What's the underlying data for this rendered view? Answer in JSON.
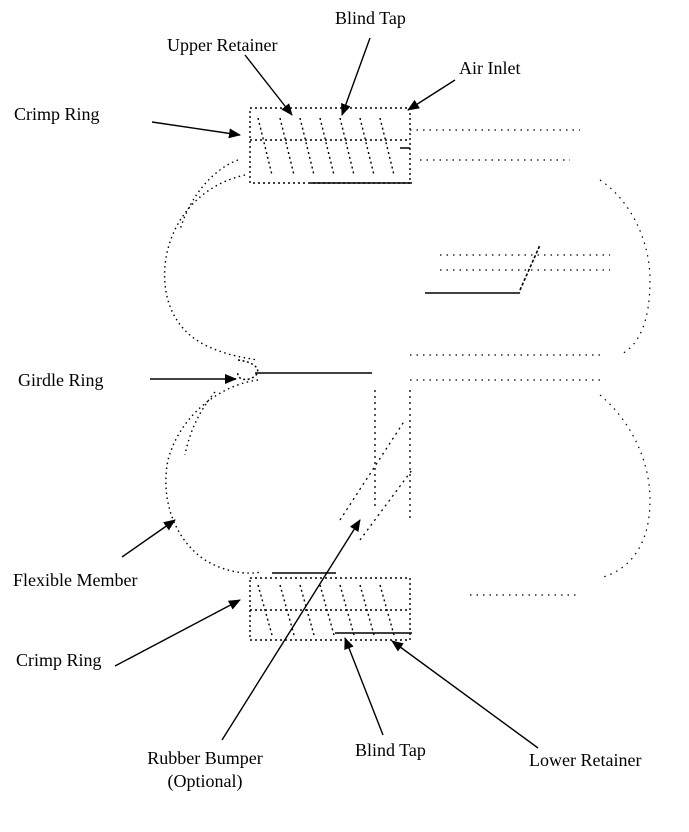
{
  "diagram": {
    "labels": {
      "blind_tap_top": "Blind Tap",
      "upper_retainer": "Upper Retainer",
      "air_inlet": "Air Inlet",
      "crimp_ring_top": "Crimp Ring",
      "girdle_ring": "Girdle Ring",
      "flexible_member": "Flexible Member",
      "crimp_ring_bottom": "Crimp Ring",
      "rubber_bumper_line1": "Rubber Bumper",
      "rubber_bumper_line2": "(Optional)",
      "blind_tap_bottom": "Blind Tap",
      "lower_retainer": "Lower Retainer"
    },
    "colors": {
      "ink": "#000000",
      "background": "#ffffff"
    }
  }
}
